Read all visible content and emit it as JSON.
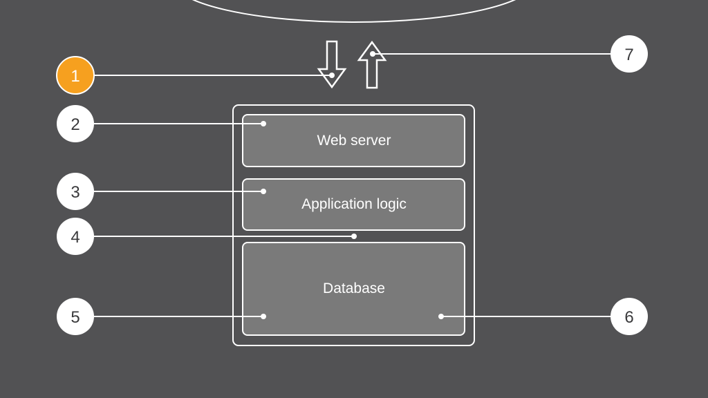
{
  "diagram": {
    "layers": [
      {
        "id": "web",
        "label": "Web server"
      },
      {
        "id": "app",
        "label": "Application logic"
      },
      {
        "id": "db",
        "label": "Database"
      }
    ],
    "callouts": [
      {
        "number": "1",
        "active": true
      },
      {
        "number": "2",
        "active": false
      },
      {
        "number": "3",
        "active": false
      },
      {
        "number": "4",
        "active": false
      },
      {
        "number": "5",
        "active": false
      },
      {
        "number": "6",
        "active": false
      },
      {
        "number": "7",
        "active": false
      }
    ],
    "arrows": [
      {
        "id": "request",
        "direction": "down"
      },
      {
        "id": "response",
        "direction": "up"
      }
    ]
  },
  "colors": {
    "background": "#525254",
    "line": "#ffffff",
    "layer_fill": "#7a7a7a",
    "callout_fill": "#ffffff",
    "callout_active_fill": "#f6a01f",
    "callout_text": "#3a3a3c"
  }
}
